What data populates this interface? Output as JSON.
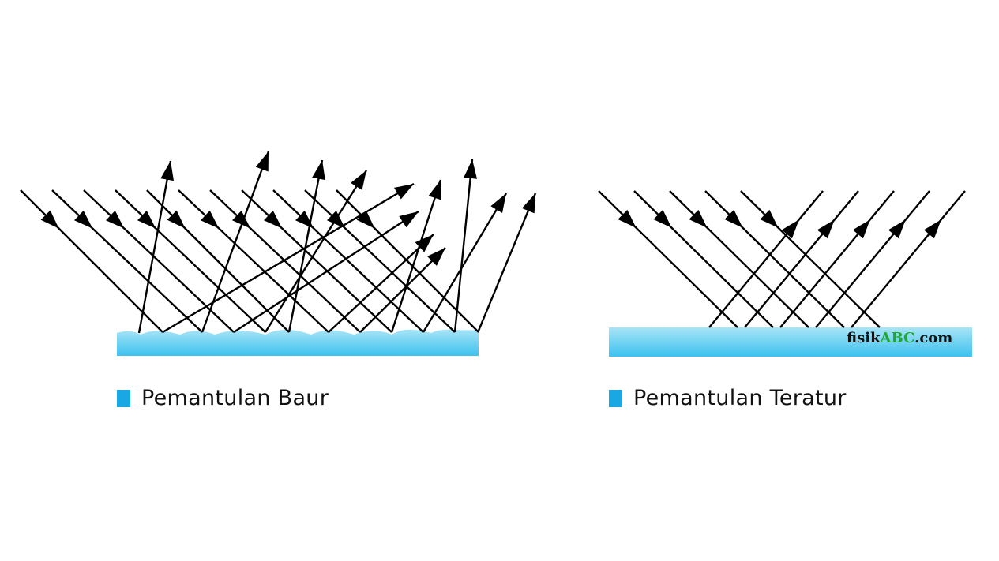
{
  "colors": {
    "surface_top": "#a8e4f6",
    "surface_bottom": "#3cc2ee",
    "swatch": "#1aa8e4",
    "ray": "#000000",
    "watermark_dark": "#111111",
    "watermark_green": "#22a832"
  },
  "legend": {
    "diffuse": "Pemantulan Baur",
    "regular": "Pemantulan Teratur"
  },
  "watermark": {
    "prefix": "fisik",
    "highlight": "ABC",
    "suffix": ".com"
  }
}
